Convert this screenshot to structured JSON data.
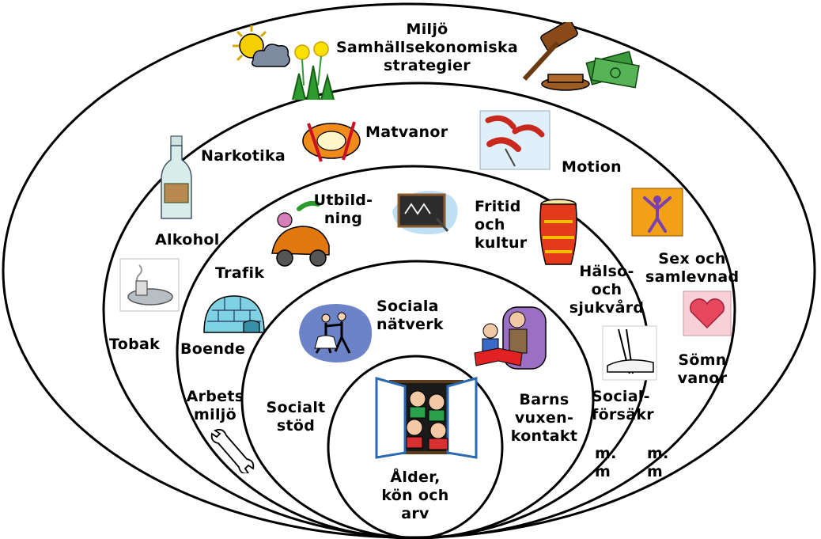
{
  "diagram": {
    "rings": [
      {
        "id": "ring-1",
        "labels": [
          "Miljö\nSamhällsekonomiska\nstrategier"
        ]
      },
      {
        "id": "ring-2",
        "labels": [
          "Matvanor",
          "Motion",
          "Narkotika",
          "Alkohol",
          "Tobak",
          "Sex och\nsamlevnad",
          "Sömn\nvanor",
          "m.\nm"
        ]
      },
      {
        "id": "ring-3",
        "labels": [
          "Utbild-\nning",
          "Fritid\noch\nkultur",
          "Trafik",
          "Boende",
          "Arbets\nmiljö",
          "Hälso-\noch\nsjukvård",
          "Social-\nförsäkr",
          "m.\nm"
        ]
      },
      {
        "id": "ring-4",
        "labels": [
          "Sociala\nnätverk",
          "Socialt\nstöd",
          "Barns\nvuxen-\nkontakt"
        ]
      },
      {
        "id": "ring-5",
        "labels": [
          "Ålder,\nkön och\narv"
        ]
      }
    ],
    "icons": [
      "sun-cloud-icon",
      "dandelion-icon",
      "gavel-icon",
      "money-icon",
      "food-plate-icon",
      "sausage-icon",
      "bottle-icon",
      "ashtray-icon",
      "exercise-icon",
      "heart-icon",
      "car-icon",
      "blackboard-icon",
      "drum-icon",
      "igloo-icon",
      "wrench-icon",
      "crutch-icon",
      "dancers-icon",
      "reading-grandparent-icon",
      "family-window-icon"
    ],
    "colors": {
      "line": "#000000",
      "background": "#ffffff"
    }
  }
}
